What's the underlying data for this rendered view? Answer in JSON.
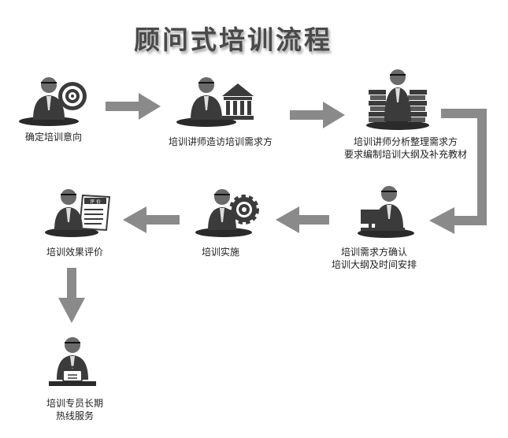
{
  "title": "顾问式培训流程",
  "steps": [
    {
      "label": "确定培训意向",
      "icon": "target-icon"
    },
    {
      "label": "培训讲师造访培训需求方",
      "icon": "bank-icon"
    },
    {
      "label": "培训讲师分析整理需求方\n要求编制培训大纲及补充教材",
      "icon": "books-icon"
    },
    {
      "label": "培训需求方确认\n培训大纲及时间安排",
      "icon": "computer-icon"
    },
    {
      "label": "培训实施",
      "icon": "gear-icon"
    },
    {
      "label": "培训效果评价",
      "icon": "evaluation-sheet-icon",
      "sheet_text": "评 价"
    },
    {
      "label": "培训专员长期\n热线服务",
      "icon": "telephone-icon"
    }
  ],
  "colors": {
    "arrow": "#8a8a8a",
    "figure": "#3b3b3b",
    "shadow": "#2a2a2a"
  }
}
